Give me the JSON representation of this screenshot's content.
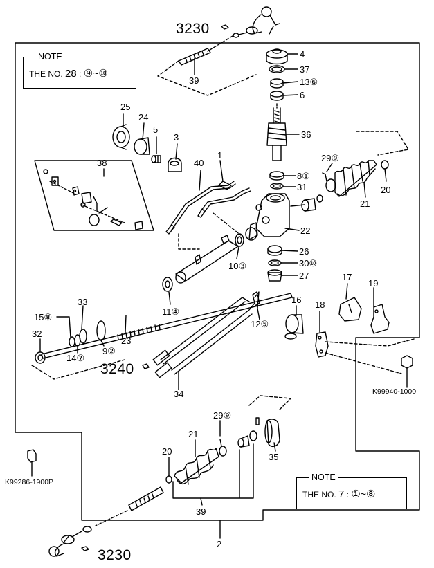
{
  "labels": {
    "l4": "4",
    "l37": "37",
    "l13": "13⑥",
    "l6": "6",
    "l36": "36",
    "l8": "8①",
    "l31": "31",
    "l29a": "29⑨",
    "l20a": "20",
    "l21a": "21",
    "l22": "22",
    "l26": "26",
    "l30": "30⑩",
    "l27": "27",
    "l25": "25",
    "l24": "24",
    "l5": "5",
    "l3": "3",
    "l40": "40",
    "l1": "1",
    "l38": "38",
    "l39a": "39",
    "l10": "10③",
    "l11": "11④",
    "l12": "12⑤",
    "l16": "16",
    "l17": "17",
    "l18": "18",
    "l19": "19",
    "l33": "33",
    "l15": "15⑧",
    "l32": "32",
    "l14": "14⑦",
    "l9": "9②",
    "l23": "23",
    "l34": "34",
    "l29b": "29⑨",
    "l21b": "21",
    "l20b": "20",
    "l35": "35",
    "l39b": "39",
    "l2": "2",
    "ref3230a": "3230",
    "ref3240": "3240",
    "ref3230b": "3230",
    "k99940": "K99940-1000",
    "k99286": "K99286-1900P"
  },
  "note1": {
    "title": "NOTE",
    "prefix": "THE NO.",
    "number": "28",
    "sep": ":",
    "from": "⑨",
    "dash": "~",
    "to": "⑩"
  },
  "note2": {
    "title": "NOTE",
    "prefix": "THE NO.",
    "number": "7",
    "sep": ":",
    "from": "①",
    "dash": "~",
    "to": "⑧"
  }
}
